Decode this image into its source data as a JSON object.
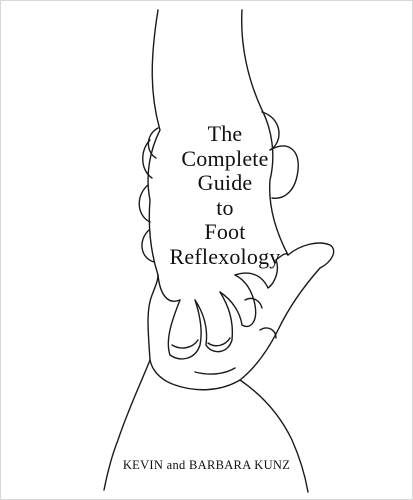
{
  "cover": {
    "title_lines": [
      "The",
      "Complete",
      "Guide",
      "to",
      "Foot",
      "Reflexology"
    ],
    "authors": "KEVIN and BARBARA KUNZ",
    "colors": {
      "background": "#ffffff",
      "ink": "#111111"
    }
  },
  "illustration": {
    "subject": "line drawing of a hand holding a foot"
  }
}
